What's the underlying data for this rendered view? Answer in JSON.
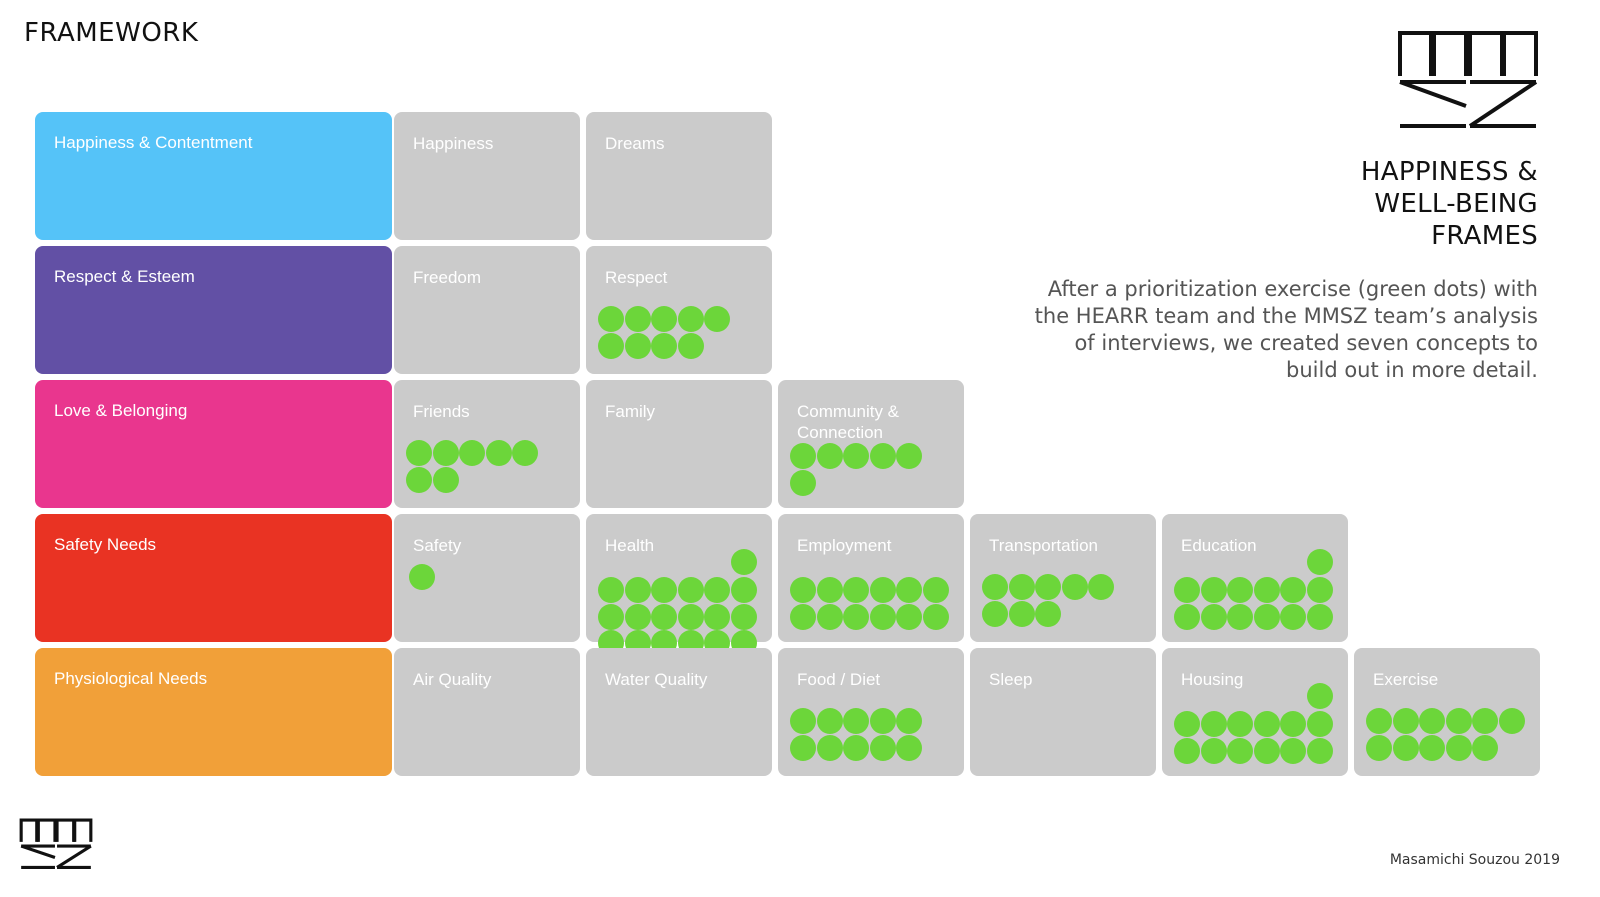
{
  "page": {
    "title": "FRAMEWORK",
    "heading_lines": [
      "HAPPINESS &",
      "WELL-BEING",
      "FRAMES"
    ],
    "description": "After a prioritization exercise (green dots) with the HEARR team and the MMSZ team’s analysis of interviews, we created seven concepts to build out in more detail.",
    "credit": "Masamichi Souzou 2019",
    "logo_text": "MMSZ"
  },
  "colors": {
    "dot": "#6cd63a",
    "subcategory_box": "#cbcbcb"
  },
  "framework": [
    {
      "need": "Happiness & Contentment",
      "color": "#55c3f8",
      "items": [
        {
          "label": "Happiness",
          "votes": 0
        },
        {
          "label": "Dreams",
          "votes": 0
        }
      ]
    },
    {
      "need": "Respect & Esteem",
      "color": "#6250a5",
      "items": [
        {
          "label": "Freedom",
          "votes": 0
        },
        {
          "label": "Respect",
          "votes": 9
        }
      ]
    },
    {
      "need": "Love & Belonging",
      "color": "#e9368e",
      "items": [
        {
          "label": "Friends",
          "votes": 7
        },
        {
          "label": "Family",
          "votes": 0
        },
        {
          "label": "Community & Connection",
          "votes": 6
        }
      ]
    },
    {
      "need": "Safety Needs",
      "color": "#e93323",
      "items": [
        {
          "label": "Safety",
          "votes": 1
        },
        {
          "label": "Health",
          "votes": 19
        },
        {
          "label": "Employment",
          "votes": 12
        },
        {
          "label": "Transportation",
          "votes": 8
        },
        {
          "label": "Education",
          "votes": 13
        }
      ]
    },
    {
      "need": "Physiological Needs",
      "color": "#f1a039",
      "items": [
        {
          "label": "Air Quality",
          "votes": 0
        },
        {
          "label": "Water Quality",
          "votes": 0
        },
        {
          "label": "Food / Diet",
          "votes": 10
        },
        {
          "label": "Sleep",
          "votes": 0
        },
        {
          "label": "Housing",
          "votes": 13
        },
        {
          "label": "Exercise",
          "votes": 11
        }
      ]
    }
  ]
}
